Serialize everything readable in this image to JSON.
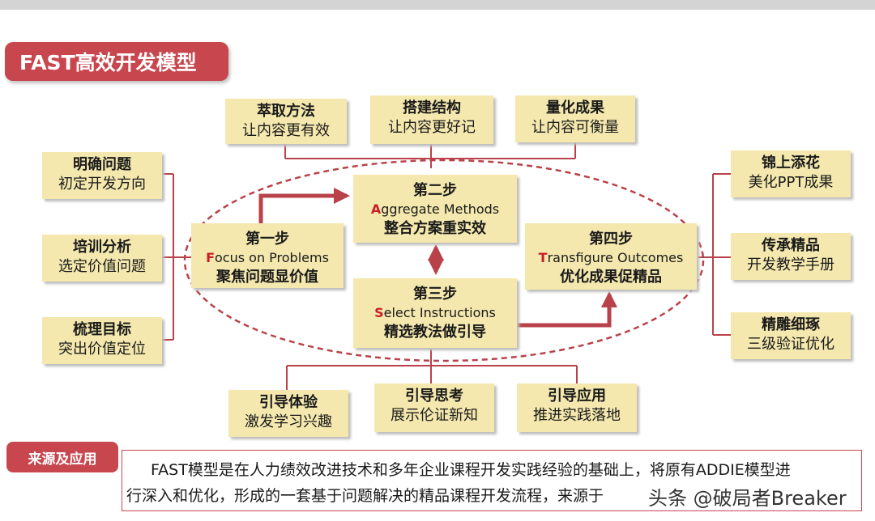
{
  "title": "FAST高效开发模型",
  "top_boxes": [
    {
      "title": "萃取方法",
      "sub": "让内容更有效"
    },
    {
      "title": "搭建结构",
      "sub": "让内容更好记"
    },
    {
      "title": "量化成果",
      "sub": "让内容可衡量"
    }
  ],
  "left_boxes": [
    {
      "title": "明确问题",
      "sub": "初定开发方向"
    },
    {
      "title": "培训分析",
      "sub": "选定价值问题"
    },
    {
      "title": "梳理目标",
      "sub": "突出价值定位"
    }
  ],
  "right_boxes": [
    {
      "title": "锦上添花",
      "sub": "美化PPT成果"
    },
    {
      "title": "传承精品",
      "sub": "开发教学手册"
    },
    {
      "title": "精雕细琢",
      "sub": "三级验证优化"
    }
  ],
  "bottom_boxes": [
    {
      "title": "引导体验",
      "sub": "激发学习兴趣"
    },
    {
      "title": "引导思考",
      "sub": "展示伦证新知"
    },
    {
      "title": "引导应用",
      "sub": "推进实践落地"
    }
  ],
  "steps": {
    "s1": {
      "label": "第一步",
      "cap": "F",
      "en": "ocus on Problems",
      "cn": "聚焦问题显价值"
    },
    "s2": {
      "label": "第二步",
      "cap": "A",
      "en": "ggregate Methods",
      "cn": "整合方案重实效"
    },
    "s3": {
      "label": "第三步",
      "cap": "S",
      "en": "elect Instructions",
      "cn": "精选教法做引导"
    },
    "s4": {
      "label": "第四步",
      "cap": "T",
      "en": "ransfigure Outcomes",
      "cn": "优化成果促精品"
    }
  },
  "source": {
    "label": "来源及应用",
    "line1": "FAST模型是在人力绩效改进技术和多年企业课程开发实践经验的基础上，将原有ADDIE模型进",
    "line2": "行深入和优化，形成的一套基于问题解决的精品课程开发流程，来源于"
  },
  "watermark": "头条 @破局者Breaker",
  "colors": {
    "accent": "#c8464e",
    "box": "#f4e8ae",
    "line": "#b9424a"
  }
}
